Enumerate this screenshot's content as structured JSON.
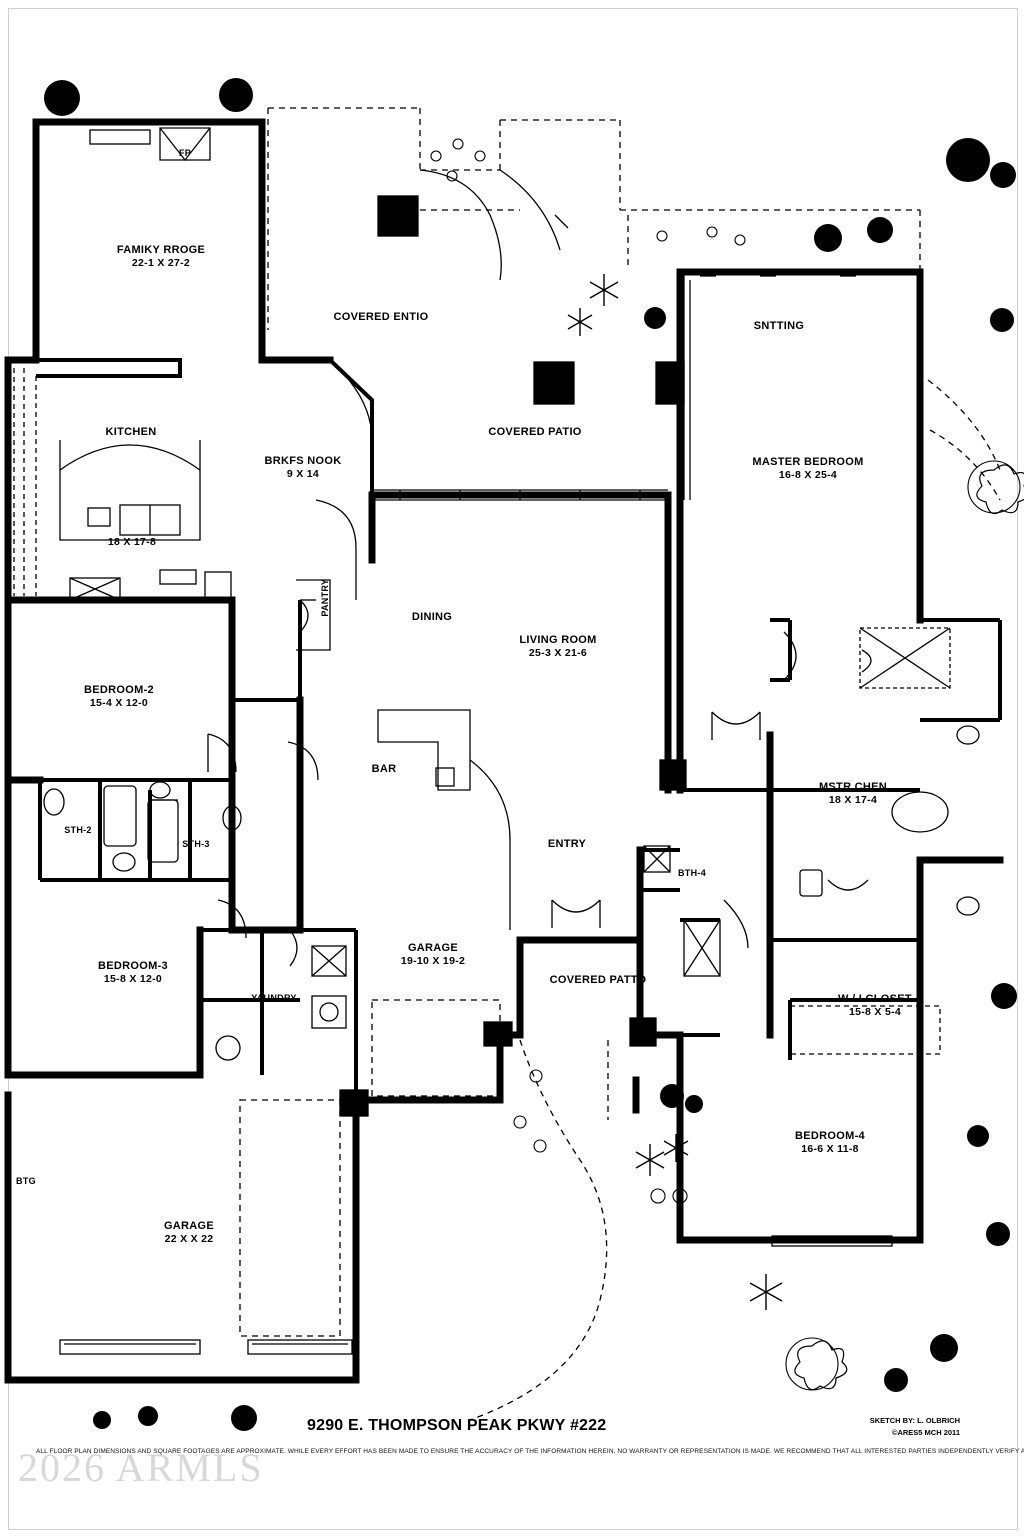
{
  "document": {
    "title": "9290 E. THOMPSON PEAK PKWY #222",
    "watermark": "2026 ARMLS",
    "credit_line_1": "SKETCH BY: L. OLBRICH",
    "credit_line_2": "©ARES5 MCH 2011",
    "disclaimer": "ALL FLOOR PLAN DIMENSIONS AND SQUARE FOOTAGES ARE APPROXIMATE. WHILE EVERY EFFORT HAS BEEN MADE TO ENSURE THE ACCURACY OF THE INFORMATION HEREIN, NO WARRANTY OR REPRESENTATION IS MADE. WE RECOMMEND THAT ALL INTERESTED PARTIES INDEPENDENTLY VERIFY ALL INFORMATION BEFORE RELYING ON IT."
  },
  "rooms": [
    {
      "name": "FAMIKY RROGE",
      "dims": "22-1 X 27-2"
    },
    {
      "name": "COVERED ENTIO",
      "dims": ""
    },
    {
      "name": "SNTTING",
      "dims": ""
    },
    {
      "name": "KITCHEN",
      "dims": "18 X 17-8"
    },
    {
      "name": "BRKFS NOOK",
      "dims": "9 X 14"
    },
    {
      "name": "COVERED PATIO",
      "dims": ""
    },
    {
      "name": "MASTER BEDROOM",
      "dims": "16-8 X 25-4"
    },
    {
      "name": "DINING",
      "dims": ""
    },
    {
      "name": "LIVING ROOM",
      "dims": "25-3 X 21-6"
    },
    {
      "name": "PANTRY",
      "dims": ""
    },
    {
      "name": "BEDROOM-2",
      "dims": "15-4 X 12-0"
    },
    {
      "name": "BAR",
      "dims": ""
    },
    {
      "name": "ENTRY",
      "dims": ""
    },
    {
      "name": "MSTR CHEN",
      "dims": "18 X 17-4"
    },
    {
      "name": "STH-2",
      "dims": ""
    },
    {
      "name": "STH-3",
      "dims": ""
    },
    {
      "name": "BTH-4",
      "dims": ""
    },
    {
      "name": "BEDROOM-3",
      "dims": "15-8 X 12-0"
    },
    {
      "name": "YAUNDRY",
      "dims": ""
    },
    {
      "name": "GARAGE",
      "dims": "19-10 X 19-2"
    },
    {
      "name": "COVERED PATTO",
      "dims": ""
    },
    {
      "name": "W / I CLOSET",
      "dims": "15-8 X 5-4"
    },
    {
      "name": "BEDROOM-4",
      "dims": "16-6 X 11-8"
    },
    {
      "name": "GARAGE",
      "dims": "22 X X 22"
    },
    {
      "name": "BTG",
      "dims": ""
    },
    {
      "name": "FP",
      "dims": ""
    }
  ],
  "labels": {
    "family_room": "FAMIKY RROGE",
    "family_room_dims": "22-1 X 27-2",
    "covered_entio": "COVERED ENTIO",
    "sitting": "SNTTING",
    "kitchen": "KITCHEN",
    "kitchen_dims": "18 X 17-8",
    "brkfs_nook": "BRKFS NOOK",
    "brkfs_nook_dims": "9 X 14",
    "covered_patio": "COVERED PATIO",
    "master_bedroom": "MASTER BEDROOM",
    "master_bedroom_dims": "16-8 X 25-4",
    "dining": "DINING",
    "living_room": "LIVING ROOM",
    "living_room_dims": "25-3 X 21-6",
    "pantry": "PANTRY",
    "bedroom2": "BEDROOM-2",
    "bedroom2_dims": "15-4 X 12-0",
    "bar": "BAR",
    "entry": "ENTRY",
    "mstr_chen": "MSTR CHEN",
    "mstr_chen_dims": "18 X 17-4",
    "bth2": "STH-2",
    "bth3": "STH-3",
    "bth4": "BTH-4",
    "bedroom3": "BEDROOM-3",
    "bedroom3_dims": "15-8 X 12-0",
    "laundry": "YAUNDRY",
    "garage1": "GARAGE",
    "garage1_dims": "19-10 X 19-2",
    "covered_patto": "COVERED PATTO",
    "wic": "W / I CLOSET",
    "wic_dims": "15-8 X 5-4",
    "bedroom4": "BEDROOM-4",
    "bedroom4_dims": "16-6 X 11-8",
    "garage2": "GARAGE",
    "garage2_dims": "22 X X 22",
    "btg": "BTG",
    "fp": "FP"
  }
}
